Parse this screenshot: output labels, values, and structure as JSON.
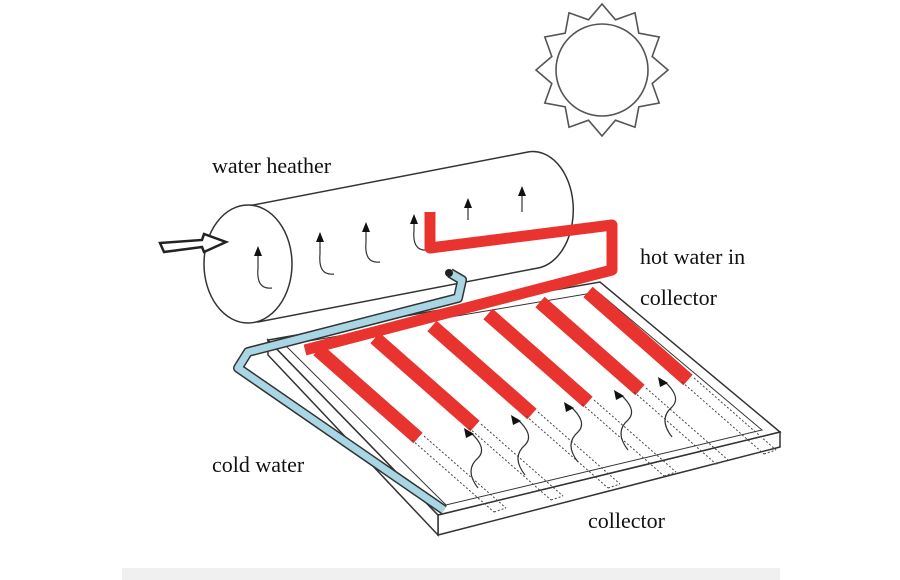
{
  "labels": {
    "water_heater": "water heather",
    "hot_water_line1": "hot water in",
    "hot_water_line2": "collector",
    "cold_water": "cold water",
    "collector": "collector"
  },
  "colors": {
    "hot_pipe": "#e8332e",
    "cold_pipe": "#a9d6e5",
    "outline": "#333333"
  },
  "icons": [
    "sun-icon",
    "inflow-arrow-icon"
  ]
}
